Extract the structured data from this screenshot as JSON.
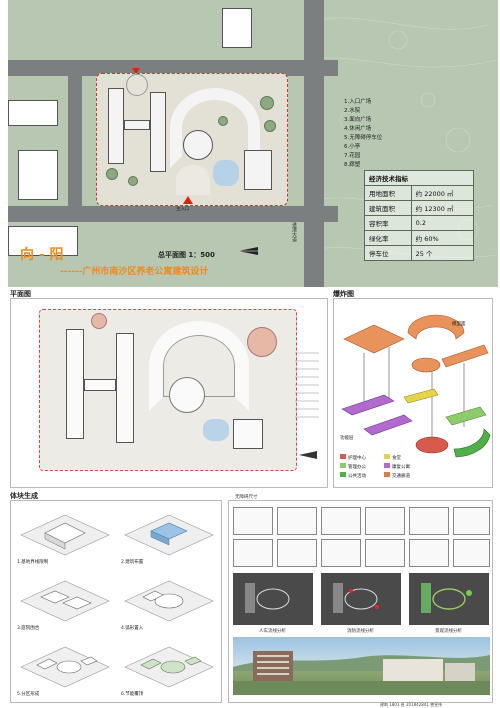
{
  "title": {
    "main": "向 - 阳",
    "subtitle": "------广州市南沙区养老公寓建筑设计"
  },
  "site_plan": {
    "scale_label": "总平面图 1：500",
    "legend": [
      "1.入口广场",
      "2.水院",
      "3.面向广场",
      "4.休闲广场",
      "5.无障碍停车位",
      "6.小亭",
      "7.花园",
      "8.廊塑"
    ],
    "road_label": "进港大道",
    "entrance_label": "主入口"
  },
  "tech_table": {
    "heading": "经济技术指标",
    "rows": [
      {
        "label": "用地面积",
        "value": "约 22000 ㎡"
      },
      {
        "label": "建筑面积",
        "value": "约 12300 ㎡"
      },
      {
        "label": "容积率",
        "value": "0.2"
      },
      {
        "label": "绿化率",
        "value": "约 60%"
      },
      {
        "label": "停车位",
        "value": "25 个"
      }
    ]
  },
  "floor_plan": {
    "label": "平面图"
  },
  "explode": {
    "label": "爆炸图",
    "tag_top": "模型面",
    "tag_left": "功能层",
    "legend": [
      {
        "name": "护理中心",
        "color": "#d85a4a"
      },
      {
        "name": "食堂",
        "color": "#e8d24a"
      },
      {
        "name": "管理办公",
        "color": "#8ecb6a"
      },
      {
        "name": "康复公寓",
        "color": "#b06ad0"
      },
      {
        "name": "公共活动",
        "color": "#4fb04a"
      },
      {
        "name": "交通廊道",
        "color": "#e07a50"
      }
    ]
  },
  "mass": {
    "label": "体块生成",
    "steps": [
      "1.基地界线限制",
      "2.建筑布置",
      "3.庭院围合",
      "4.弧形置入",
      "5.分区形成",
      "6.节能覆顶"
    ]
  },
  "details": {
    "heading": "无障碍尺寸",
    "analysis": [
      "人车流线分析",
      "消防流线分析",
      "景观流线分析"
    ]
  },
  "footer": {
    "info": "建筑 1801 班  201842841  曾昱伟"
  }
}
